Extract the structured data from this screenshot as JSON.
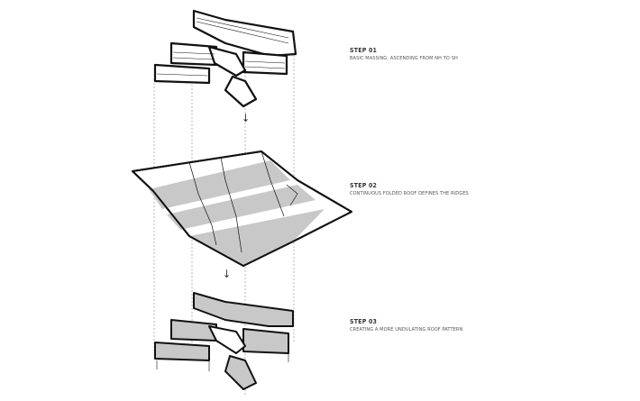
{
  "steps": [
    {
      "title": "STEP 01",
      "description": "BASIC MASSING: ASCENDING FROM NH TO SH"
    },
    {
      "title": "STEP 02",
      "description": "CONTINUOUS FOLDED ROOF DEFINES THE RIDGES"
    },
    {
      "title": "STEP 03",
      "description": "CREATING A MORE UNDULATING ROOF PATTERN"
    }
  ],
  "arrows": [
    "↓",
    "↓"
  ],
  "colors": {
    "ink": "#111111",
    "shade": "#c8c8c8",
    "guide": "#777777"
  }
}
